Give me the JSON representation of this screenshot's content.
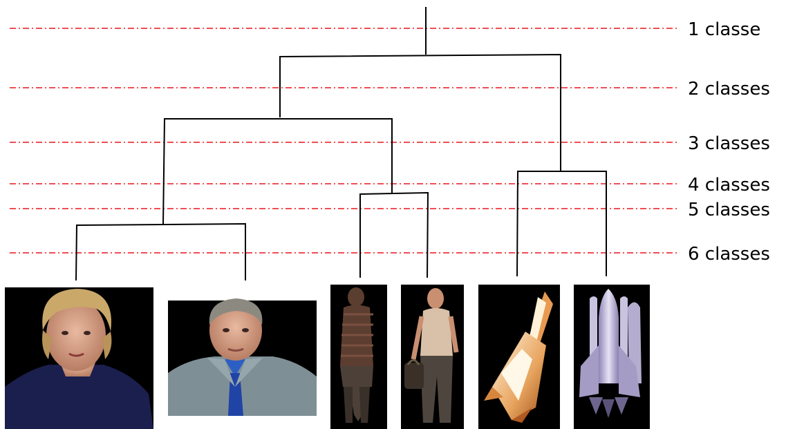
{
  "levels": {
    "l1": "1 classe",
    "l2": "2 classes",
    "l3": "3 classes",
    "l4": "4 classes",
    "l5": "5 classes",
    "l6": "6 classes"
  },
  "colors": {
    "cut_line": "#e8141c",
    "tree": "#000000",
    "image_background": "#000000"
  },
  "leaves": [
    {
      "icon": "woman-presenter-portrait"
    },
    {
      "icon": "man-presenter-portrait"
    },
    {
      "icon": "walking-man-back"
    },
    {
      "icon": "walking-man-with-bag"
    },
    {
      "icon": "space-shuttle-tilted"
    },
    {
      "icon": "space-shuttle-upright"
    }
  ]
}
